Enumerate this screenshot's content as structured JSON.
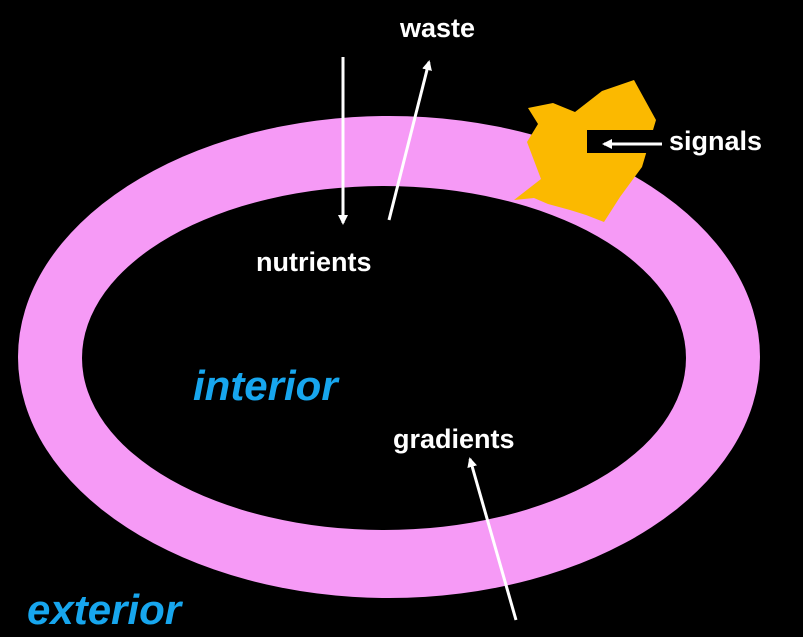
{
  "colors": {
    "background": "#000000",
    "membrane": "#f69af6",
    "receptor": "#fbb900",
    "arrows": "#ffffff",
    "region_labels": "#17a6ee",
    "flow_labels": "#ffffff"
  },
  "labels": {
    "waste": "waste",
    "signals": "signals",
    "nutrients": "nutrients",
    "interior": "interior",
    "gradients": "gradients",
    "exterior": "exterior"
  },
  "icons": {
    "receptor": "receptor-blob-icon"
  }
}
